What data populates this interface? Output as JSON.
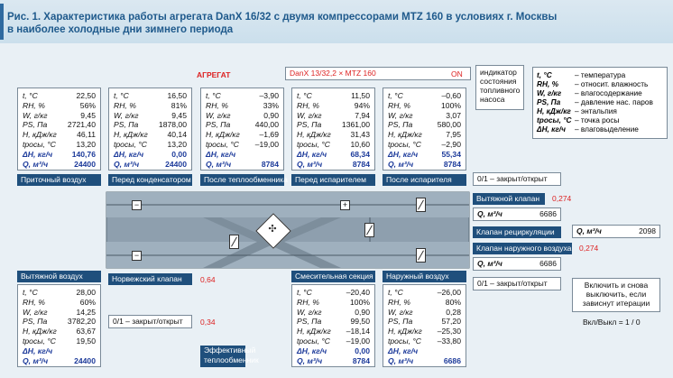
{
  "title": {
    "line1": "Рис. 1. Характеристика работы агрегата DanX 16/32 с двумя компрессорами MTZ 160 в условиях г. Москвы",
    "line2": "в наиболее холодные дни зимнего периода"
  },
  "unit": {
    "label": "АГРЕГАТ",
    "model": "DanX 13/32,2 × MTZ 160",
    "state": "ON",
    "fuel_indicator": "индикатор состояния топливного насоса"
  },
  "legend": [
    {
      "sym": "t, °C",
      "desc": "– температура"
    },
    {
      "sym": "RH, %",
      "desc": "– относит. влажность"
    },
    {
      "sym": "W, г/кг",
      "desc": "– влагосодержание"
    },
    {
      "sym": "PS, Па",
      "desc": "– давление нас. паров"
    },
    {
      "sym": "H, кДж/кг",
      "desc": "– энтальпия"
    },
    {
      "sym": "tросы, °C",
      "desc": "– точка росы"
    },
    {
      "sym": "ΔH, кг/ч",
      "desc": "– влаговыделение"
    }
  ],
  "param_labels": [
    "t, °C",
    "RH, %",
    "W, г/кг",
    "PS, Па",
    "H, кДж/кг",
    "tросы, °C",
    "ΔH, кг/ч",
    "Q, м³/ч"
  ],
  "states": {
    "supply": {
      "name": "Приточный воздух",
      "values": [
        "22,50",
        "56%",
        "9,45",
        "2721,40",
        "46,11",
        "13,20",
        "140,76",
        "24400"
      ]
    },
    "before_condenser": {
      "name": "Перед конденсатором",
      "values": [
        "16,50",
        "81%",
        "9,45",
        "1878,00",
        "40,14",
        "13,20",
        "0,00",
        "24400"
      ]
    },
    "after_hx": {
      "name": "После теплообменника",
      "values": [
        "–3,90",
        "33%",
        "0,90",
        "440,00",
        "–1,69",
        "–19,00",
        "",
        "8784"
      ]
    },
    "before_evap": {
      "name": "Перед испарителем",
      "values": [
        "11,50",
        "94%",
        "7,94",
        "1361,00",
        "31,43",
        "10,60",
        "68,34",
        "8784"
      ]
    },
    "after_evap": {
      "name": "После испарителя",
      "values": [
        "–0,60",
        "100%",
        "3,07",
        "580,00",
        "7,95",
        "–2,90",
        "55,34",
        "8784"
      ]
    },
    "exhaust": {
      "name": "Вытяжной воздух",
      "values": [
        "28,00",
        "60%",
        "14,25",
        "3782,20",
        "63,67",
        "19,50",
        "",
        "24400"
      ]
    },
    "mixing": {
      "name": "Смесительная секция",
      "values": [
        "–20,40",
        "100%",
        "0,90",
        "99,50",
        "–18,14",
        "–19,00",
        "0,00",
        "8784"
      ]
    },
    "outdoor": {
      "name": "Наружный воздух",
      "values": [
        "–26,00",
        "80%",
        "0,28",
        "57,20",
        "–25,30",
        "–33,80",
        "",
        "6686"
      ]
    }
  },
  "controls": {
    "toggle1": "0/1 – закрыт/открыт",
    "toggle2": "0/1 – закрыт/открыт",
    "toggle3": "0/1 – закрыт/открыт",
    "exhaust_valve": "Вытяжной клапан",
    "exhaust_valve_value": "0,274",
    "exhaust_q_label": "Q, м³/ч",
    "exhaust_q": "6686",
    "recirc_valve": "Клапан рециркуляции",
    "recirc_q_label": "Q, м³/ч",
    "recirc_q": "2098",
    "outdoor_valve": "Клапан наружного воздуха",
    "outdoor_valve_value": "0,274",
    "outdoor_q_label": "Q, м³/ч",
    "outdoor_q": "6686",
    "norway_valve": "Норвежский клапан",
    "norway_value": "0,64",
    "toggle_value": "0,34",
    "hx_label": "Эффективный теплообменник",
    "iterate_note": "Включить и снова выключить, если зависнут итерации",
    "onoff": "Вкл/Выкл = 1 / 0"
  },
  "colors": {
    "accent": "#1f4f7c",
    "duct": "#8e9fae",
    "duct_edge": "#5a6b78",
    "red": "#dd2222",
    "title": "#1f5a8c"
  }
}
